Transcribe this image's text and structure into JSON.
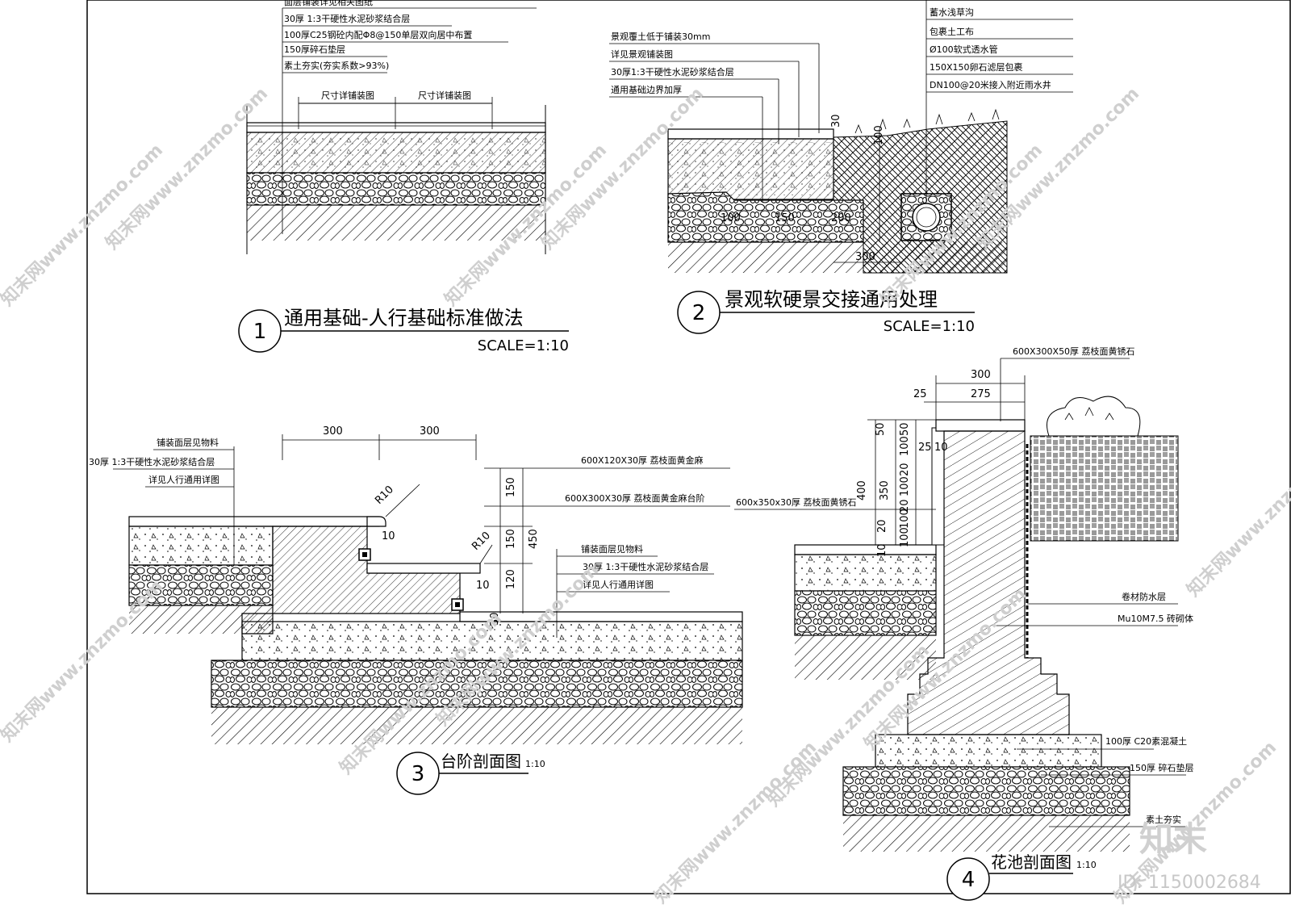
{
  "detail1": {
    "labels": [
      "面层铺装详见相关图纸",
      "30厚 1:3干硬性水泥砂浆结合层",
      "100厚C25钢砼内配Φ8@150单层双向居中布置",
      "150厚碎石垫层",
      "素土夯实(夯实系数>93%)"
    ],
    "dims": [
      "尺寸详铺装图",
      "尺寸详铺装图"
    ],
    "title": "通用基础-人行基础标准做法",
    "scale": "SCALE=1:10",
    "number": "1"
  },
  "detail2": {
    "labels_left": [
      "景观覆土低于铺装30mm",
      "详见景观铺装图",
      "30厚1:3干硬性水泥砂浆结合层",
      "通用基础边界加厚"
    ],
    "labels_right": [
      "蓄水浅草沟",
      "包裹土工布",
      "Ø100软式透水管",
      "150X150卵石滤层包裹",
      "DN100@20米接入附近雨水井"
    ],
    "dims": [
      "30",
      "300",
      "100",
      "150",
      "200",
      "100"
    ],
    "title": "景观软硬景交接通用处理",
    "scale": "SCALE=1:10",
    "number": "2"
  },
  "detail3": {
    "labels_left": [
      "铺装面层见物料",
      "30厚 1:3干硬性水泥砂浆结合层",
      "详见人行通用详图"
    ],
    "labels_top": [
      "600X120X30厚 荔枝面黄金麻",
      "600X300X30厚 荔枝面黄金麻台阶"
    ],
    "labels_right": [
      "铺装面层见物料",
      "30厚 1:3干硬性水泥砂浆结合层",
      "详见人行通用详图"
    ],
    "dims": [
      "300",
      "300",
      "R10",
      "R10",
      "150",
      "150",
      "120",
      "450",
      "10",
      "10",
      "30"
    ],
    "title": "台阶剖面图",
    "scale": "1:10",
    "number": "3"
  },
  "detail4": {
    "labels": [
      "600X300X50厚 荔枝面黄锈石",
      "600x350x30厚 荔枝面黄锈石",
      "卷材防水层",
      "Mu10M7.5 砖砌体",
      "100厚 C20素混凝土",
      "150厚 碎石垫层",
      "素土夯实"
    ],
    "dims": [
      "300",
      "25",
      "275",
      "50",
      "400",
      "350",
      "50",
      "100",
      "20",
      "100",
      "20",
      "100",
      "20",
      "100",
      "10",
      "25",
      "10"
    ],
    "title": "花池剖面图",
    "scale": "1:10",
    "number": "4"
  },
  "watermark": {
    "text": "知末网www.znzmo.com",
    "brand": "知末",
    "id": "ID: 1150002684"
  }
}
